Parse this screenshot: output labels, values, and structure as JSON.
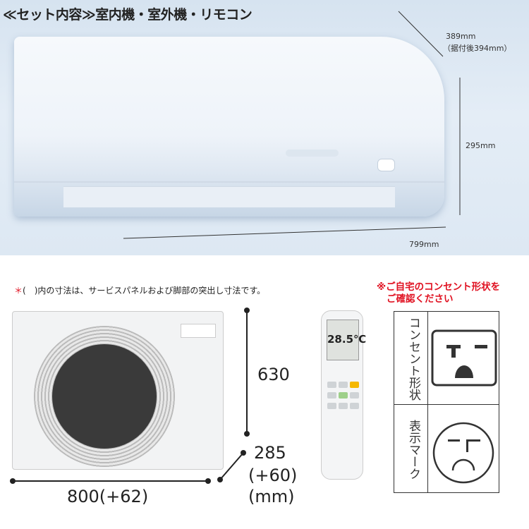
{
  "title": "≪セット内容≫室内機・室外機・リモコン",
  "indoor": {
    "depth": "389mm",
    "depth_installed": "（据付後394mm）",
    "height": "295mm",
    "width": "799mm"
  },
  "outdoor": {
    "note_mark": "＊",
    "note": "(　)内の寸法は、サービスパネルおよび脚部の突出し寸法です。",
    "height": "630",
    "depth": "285",
    "depth_extra": "(+60)",
    "unit": "(mm)",
    "width": "800(+62)"
  },
  "remote": {
    "display_temp": "28.5℃"
  },
  "outlet": {
    "warning_line1": "※ご自宅のコンセント形状を",
    "warning_line2": "ご確認ください",
    "row1_label": "コンセント形状",
    "row2_label": "表示マーク"
  },
  "colors": {
    "warning": "#e01020"
  }
}
